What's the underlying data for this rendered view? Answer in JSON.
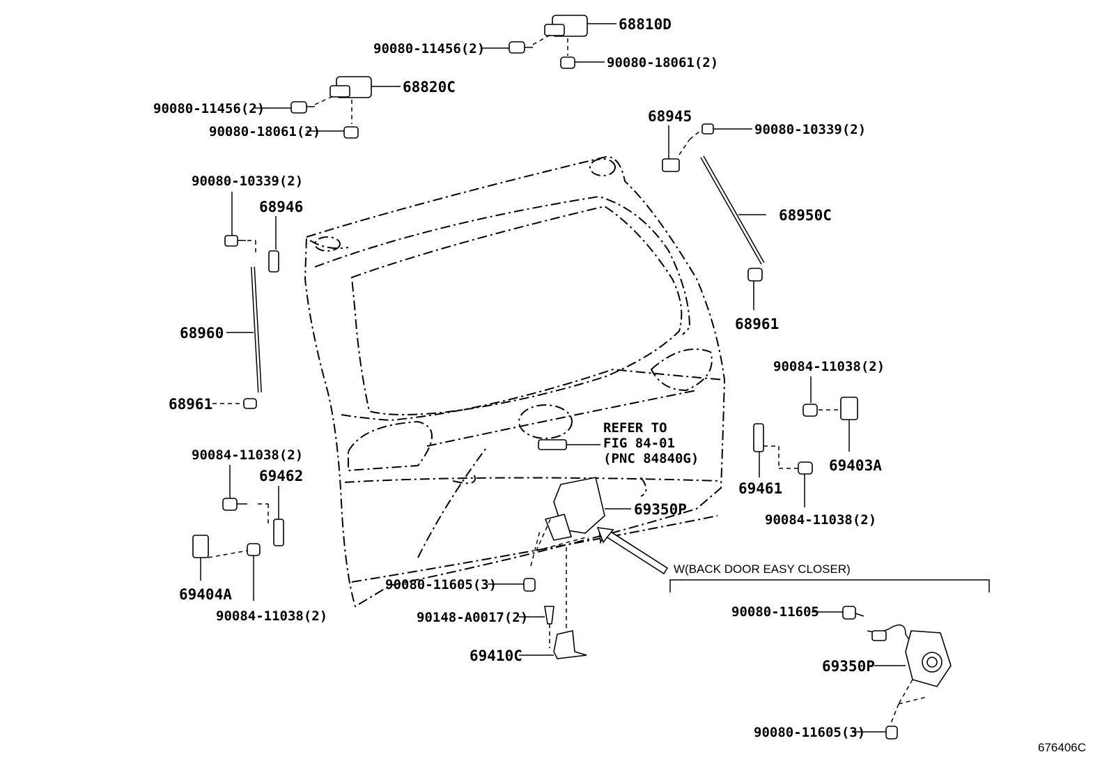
{
  "labels": {
    "l68810D": "68810D",
    "l90080_11456_a": "90080-11456(2)",
    "l90080_18061_a": "90080-18061(2)",
    "l68820C": "68820C",
    "l90080_11456_b": "90080-11456(2)",
    "l90080_18061_b": "90080-18061(2)",
    "l68945": "68945",
    "l90080_10339_a": "90080-10339(2)",
    "l68950C": "68950C",
    "l68961_a": "68961",
    "l90080_10339_b": "90080-10339(2)",
    "l68946": "68946",
    "l68960": "68960",
    "l68961_b": "68961",
    "l90084_11038_a": "90084-11038(2)",
    "l69403A": "69403A",
    "l69461": "69461",
    "l90084_11038_b": "90084-11038(2)",
    "l90084_11038_c": "90084-11038(2)",
    "l69462": "69462",
    "l69404A": "69404A",
    "l90084_11038_d": "90084-11038(2)",
    "l69350P_a": "69350P",
    "l90080_11605_3a": "90080-11605(3)",
    "l90148": "90148-A0017(2)",
    "l69410C": "69410C",
    "l90080_11605": "90080-11605",
    "l69350P_b": "69350P",
    "l90080_11605_3b": "90080-11605(3)"
  },
  "refer": {
    "line1": "REFER TO",
    "line2": "FIG 84-01",
    "line3": "(PNC 84840G)"
  },
  "variant_note": "W(BACK DOOR EASY CLOSER)",
  "figure_id": "676406C"
}
